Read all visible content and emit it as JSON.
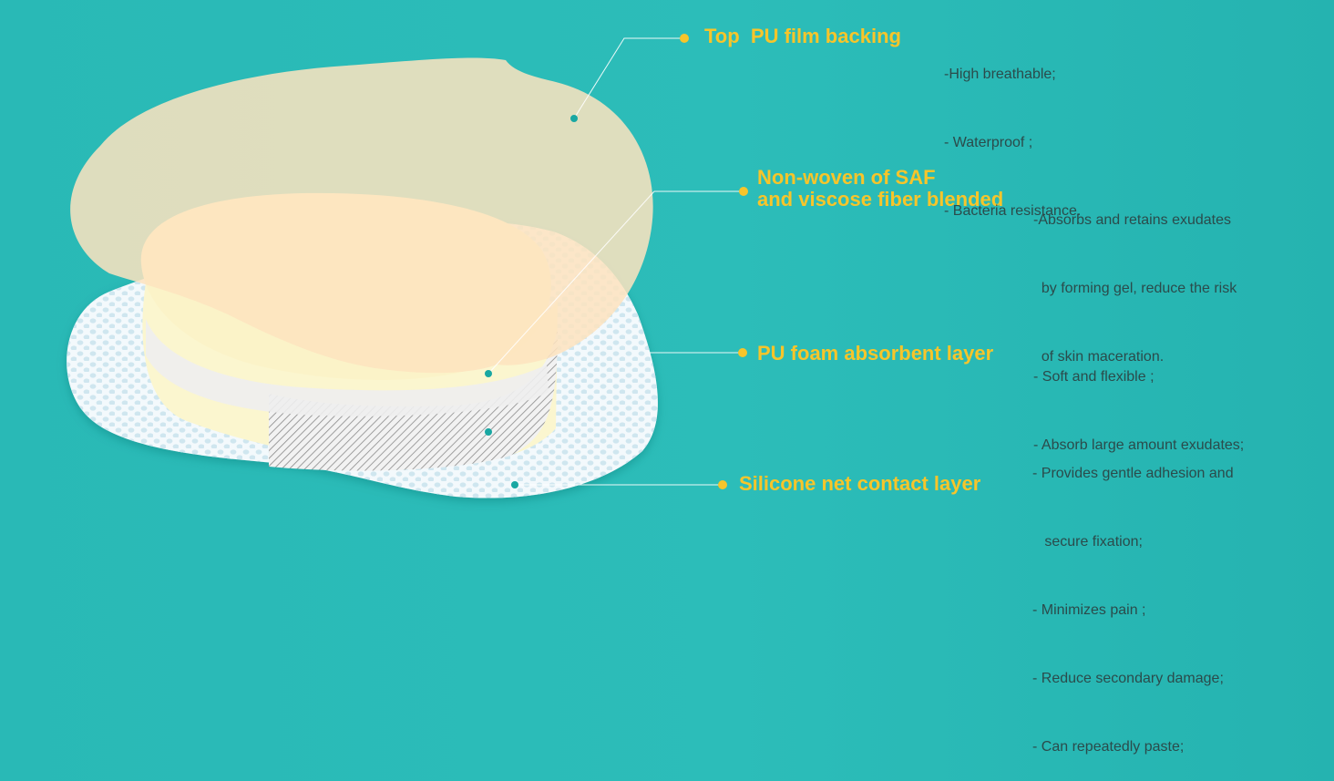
{
  "colors": {
    "background": "#2cbdb9",
    "label": "#f7c52a",
    "dot": "#f7c52a",
    "leader": "#ffffff",
    "anchor": "#19a7a2",
    "film": "#fde6c6",
    "foam": "#f8f3cf",
    "net": "#eef7fb"
  },
  "layers": [
    {
      "id": "top-film",
      "title": "Top  PU film backing",
      "features": [
        "-High breathable;",
        "- Waterproof ;",
        "- Bacteria resistance."
      ]
    },
    {
      "id": "nonwoven",
      "title": "Non-woven of SAF\nand viscose fiber blended",
      "features": [
        "-Absorbs and retains exudates",
        "  by forming gel, reduce the risk",
        "  of skin maceration."
      ]
    },
    {
      "id": "pu-foam",
      "title": "PU foam absorbent layer",
      "features": [
        "- Soft and flexible ;",
        "- Absorb large amount exudates;"
      ]
    },
    {
      "id": "silicone-net",
      "title": "Silicone net contact layer",
      "features": [
        "- Provides gentle adhesion and",
        "   secure fixation;",
        "- Minimizes pain ;",
        "- Reduce secondary damage;",
        "- Can repeatedly paste;"
      ]
    }
  ]
}
